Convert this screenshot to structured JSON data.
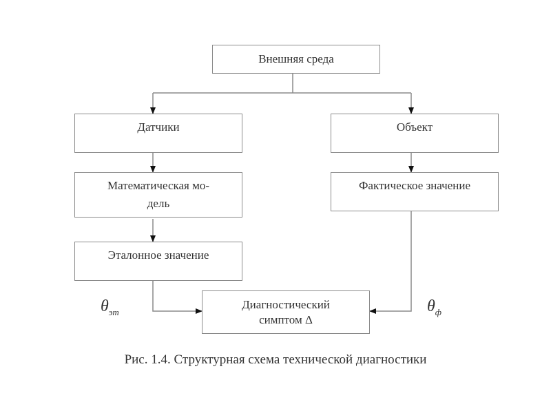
{
  "diagram": {
    "nodes": {
      "environment": "Внешняя среда",
      "sensors": "Датчики",
      "object": "Объект",
      "math_model": "Математическая мо-\nдель",
      "actual_value": "Фактическое значение",
      "reference_value": "Эталонное значение",
      "symptom_line1": "Диагностический",
      "symptom_line2": "симптом Δ"
    },
    "labels": {
      "theta_ref_symbol": "θ",
      "theta_ref_sub": "эт",
      "theta_act_symbol": "θ",
      "theta_act_sub": "ф"
    },
    "edges": [
      {
        "from": "environment",
        "to": "sensors"
      },
      {
        "from": "environment",
        "to": "object"
      },
      {
        "from": "sensors",
        "to": "math_model"
      },
      {
        "from": "math_model",
        "to": "reference_value"
      },
      {
        "from": "object",
        "to": "actual_value"
      },
      {
        "from": "reference_value",
        "to": "symptom"
      },
      {
        "from": "actual_value",
        "to": "symptom"
      }
    ],
    "caption": "Рис. 1.4. Структурная схема технической диагностики"
  }
}
